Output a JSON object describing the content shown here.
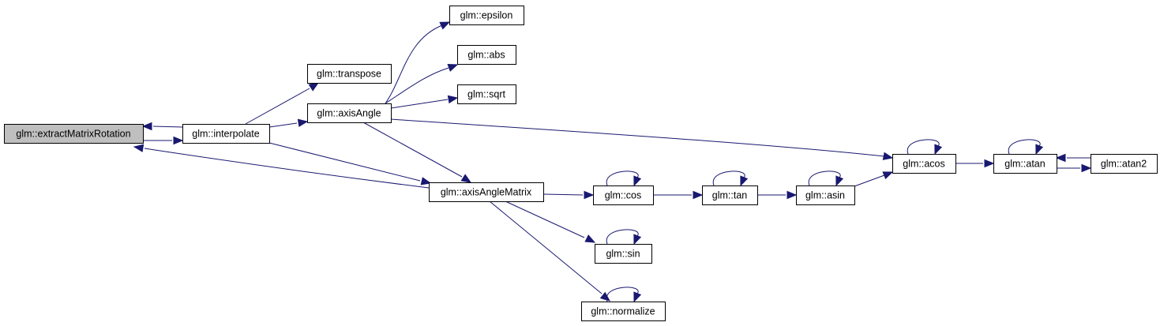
{
  "graph": {
    "edge_color": "#191970",
    "root_fill": "#bfbfbf",
    "nodes": [
      {
        "id": "extractMatrixRotation",
        "label": "glm::extractMatrixRotation",
        "root": true
      },
      {
        "id": "interpolate",
        "label": "glm::interpolate"
      },
      {
        "id": "transpose",
        "label": "glm::transpose"
      },
      {
        "id": "axisAngle",
        "label": "glm::axisAngle"
      },
      {
        "id": "epsilon",
        "label": "glm::epsilon"
      },
      {
        "id": "abs",
        "label": "glm::abs"
      },
      {
        "id": "sqrt",
        "label": "glm::sqrt"
      },
      {
        "id": "axisAngleMatrix",
        "label": "glm::axisAngleMatrix"
      },
      {
        "id": "acos",
        "label": "glm::acos"
      },
      {
        "id": "atan",
        "label": "glm::atan"
      },
      {
        "id": "atan2",
        "label": "glm::atan2"
      },
      {
        "id": "cos",
        "label": "glm::cos"
      },
      {
        "id": "tan",
        "label": "glm::tan"
      },
      {
        "id": "asin",
        "label": "glm::asin"
      },
      {
        "id": "sin",
        "label": "glm::sin"
      },
      {
        "id": "normalize",
        "label": "glm::normalize"
      }
    ],
    "edges": [
      {
        "from": "extractMatrixRotation",
        "to": "interpolate"
      },
      {
        "from": "interpolate",
        "to": "extractMatrixRotation"
      },
      {
        "from": "axisAngleMatrix",
        "to": "extractMatrixRotation"
      },
      {
        "from": "interpolate",
        "to": "transpose"
      },
      {
        "from": "interpolate",
        "to": "axisAngle"
      },
      {
        "from": "interpolate",
        "to": "axisAngleMatrix"
      },
      {
        "from": "axisAngle",
        "to": "epsilon"
      },
      {
        "from": "axisAngle",
        "to": "abs"
      },
      {
        "from": "axisAngle",
        "to": "sqrt"
      },
      {
        "from": "axisAngle",
        "to": "acos"
      },
      {
        "from": "axisAngle",
        "to": "axisAngleMatrix"
      },
      {
        "from": "axisAngleMatrix",
        "to": "cos"
      },
      {
        "from": "axisAngleMatrix",
        "to": "sin"
      },
      {
        "from": "axisAngleMatrix",
        "to": "normalize"
      },
      {
        "from": "cos",
        "to": "cos"
      },
      {
        "from": "cos",
        "to": "tan"
      },
      {
        "from": "tan",
        "to": "tan"
      },
      {
        "from": "tan",
        "to": "asin"
      },
      {
        "from": "asin",
        "to": "asin"
      },
      {
        "from": "asin",
        "to": "acos"
      },
      {
        "from": "acos",
        "to": "acos"
      },
      {
        "from": "acos",
        "to": "atan"
      },
      {
        "from": "atan",
        "to": "atan"
      },
      {
        "from": "atan",
        "to": "atan2"
      },
      {
        "from": "atan2",
        "to": "atan"
      },
      {
        "from": "sin",
        "to": "sin"
      },
      {
        "from": "normalize",
        "to": "normalize"
      }
    ]
  }
}
